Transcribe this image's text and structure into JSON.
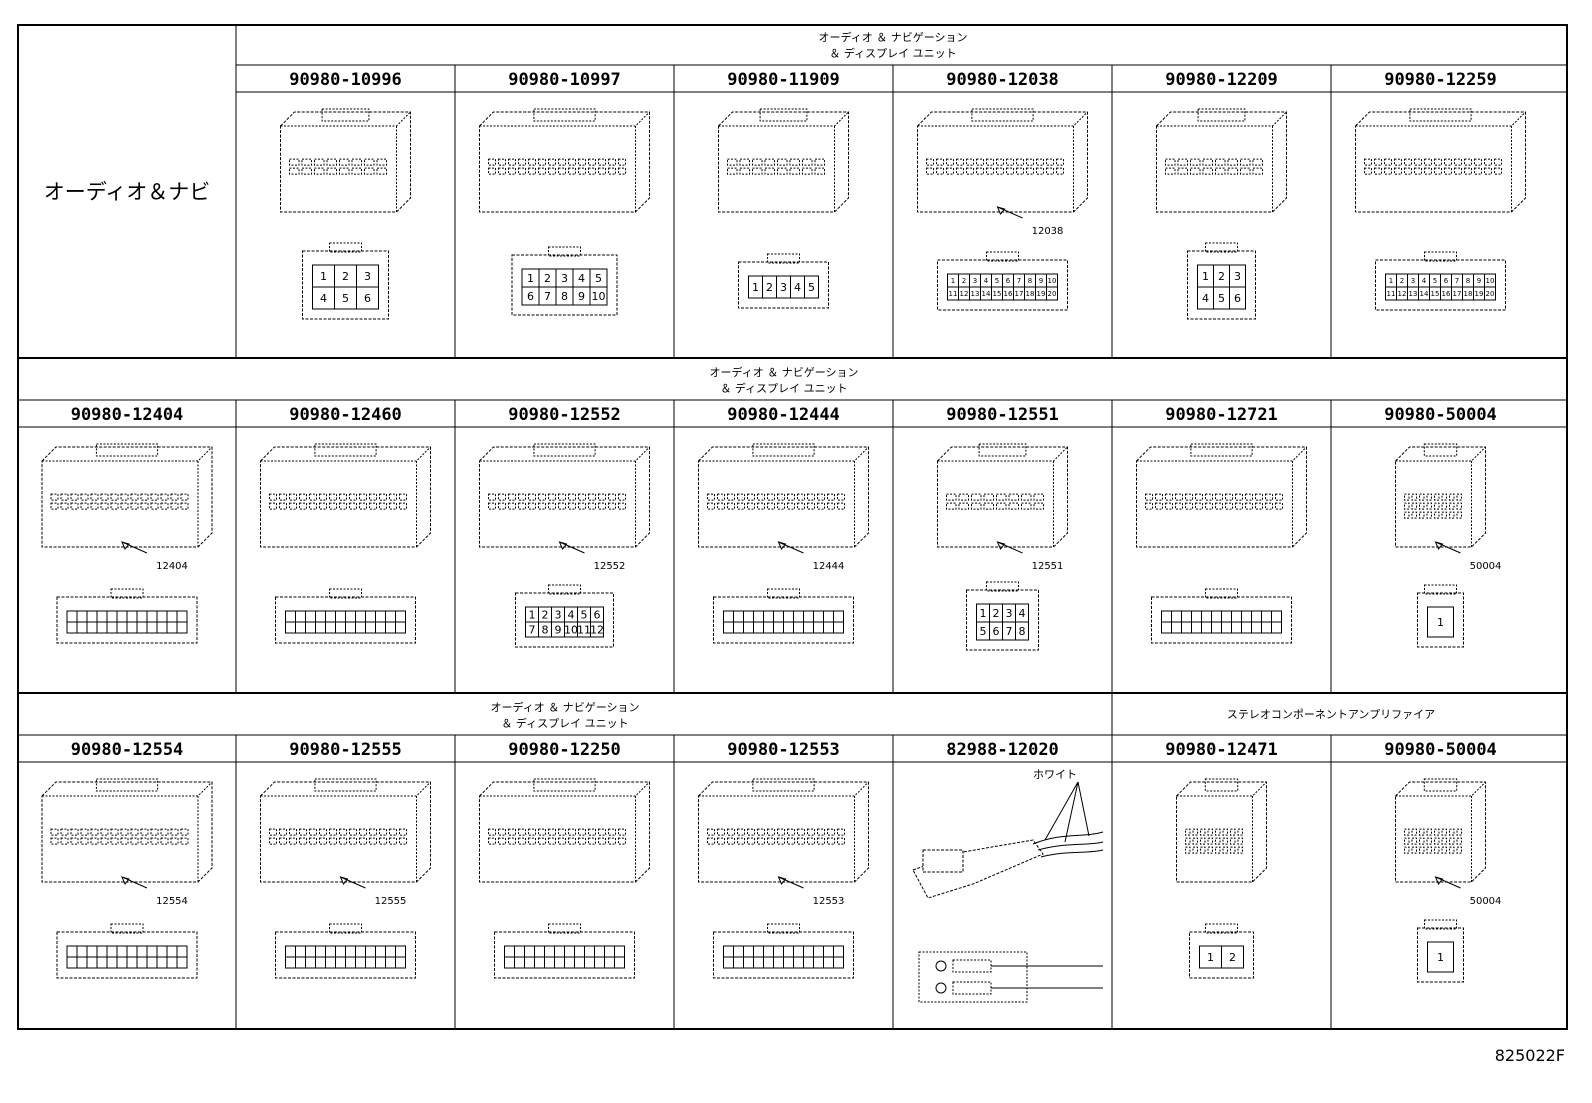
{
  "figure_id": "825022F",
  "left_label": "オーディオ＆ナビ",
  "groups": {
    "av_nav_display_line1": "オーディオ ＆ ナビゲーション",
    "av_nav_display_line2": "＆ ディスプレイ ユニット",
    "stereo_amp": "ステレオコンポーネントアンプリファイア"
  },
  "rows": [
    {
      "cells": [
        {
          "part": "90980-10996",
          "pins": [
            "1",
            "2",
            "3",
            "4",
            "5",
            "6"
          ]
        },
        {
          "part": "90980-10997",
          "pins": [
            "1",
            "2",
            "3",
            "4",
            "5",
            "6",
            "7",
            "8",
            "9",
            "10"
          ]
        },
        {
          "part": "90980-11909",
          "pins": [
            "1",
            "2",
            "3",
            "4",
            "5"
          ]
        },
        {
          "part": "90980-12038",
          "callout": "12038",
          "pins": [
            "1",
            "2",
            "3",
            "4",
            "5",
            "6",
            "7",
            "8",
            "9",
            "10",
            "11",
            "12",
            "13",
            "14",
            "15",
            "16",
            "17",
            "18",
            "19",
            "20"
          ]
        },
        {
          "part": "90980-12209",
          "pins": [
            "1",
            "2",
            "3",
            "4",
            "5",
            "6"
          ]
        },
        {
          "part": "90980-12259",
          "pins": [
            "1",
            "2",
            "3",
            "4",
            "5",
            "6",
            "7",
            "8",
            "9",
            "10",
            "11",
            "12",
            "13",
            "14",
            "15",
            "16",
            "17",
            "18",
            "19",
            "20"
          ]
        }
      ]
    },
    {
      "cells": [
        {
          "part": "90980-12404",
          "callout": "12404"
        },
        {
          "part": "90980-12460"
        },
        {
          "part": "90980-12552",
          "callout": "12552",
          "pins": [
            "1",
            "2",
            "3",
            "4",
            "5",
            "6",
            "7",
            "8",
            "9",
            "10",
            "11",
            "12"
          ]
        },
        {
          "part": "90980-12444",
          "callout": "12444"
        },
        {
          "part": "90980-12551",
          "callout": "12551",
          "pins": [
            "1",
            "2",
            "3",
            "4",
            "5",
            "6",
            "7",
            "8"
          ]
        },
        {
          "part": "90980-12721"
        },
        {
          "part": "90980-50004",
          "callout": "50004",
          "pins": [
            "1"
          ]
        }
      ]
    },
    {
      "cells": [
        {
          "part": "90980-12554",
          "callout": "12554"
        },
        {
          "part": "90980-12555",
          "callout": "12555"
        },
        {
          "part": "90980-12250"
        },
        {
          "part": "90980-12553",
          "callout": "12553"
        },
        {
          "part": "82988-12020",
          "wire_label": "ホワイト"
        },
        {
          "part": "90980-12471",
          "pins": [
            "1",
            "2"
          ]
        },
        {
          "part": "90980-50004",
          "callout": "50004",
          "pins": [
            "1"
          ]
        }
      ]
    }
  ]
}
